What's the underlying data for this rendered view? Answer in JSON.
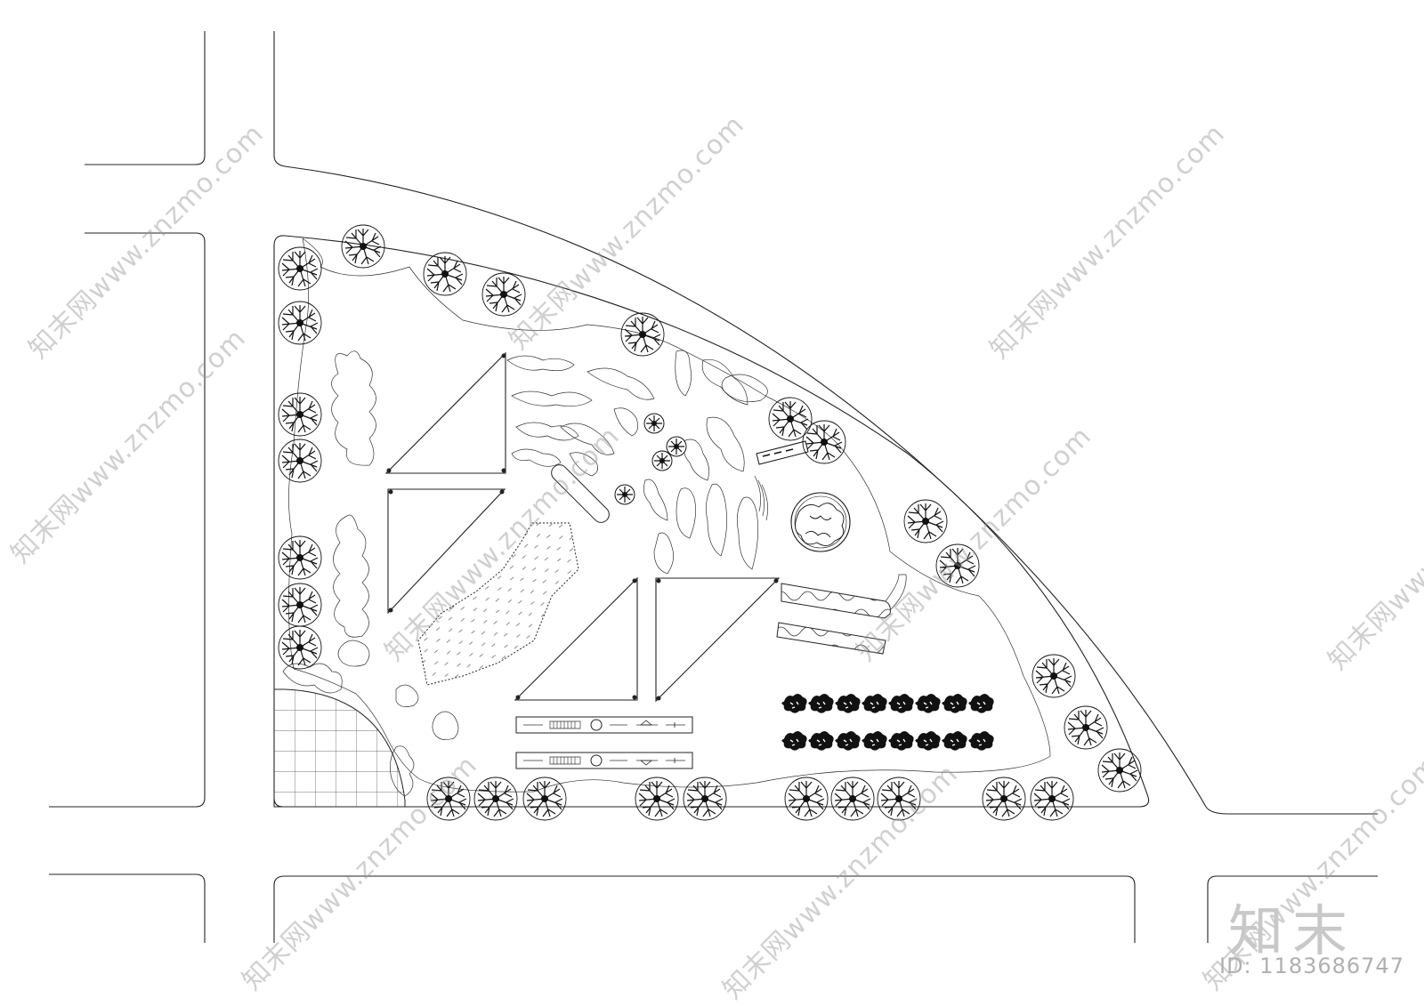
{
  "watermark": {
    "text": "知末网www.znzmo.com"
  },
  "brand": {
    "logo": "知末",
    "id_label": "ID: 1183686747"
  },
  "colors": {
    "line": "#222222",
    "watermark": "#969696",
    "background": "#ffffff"
  },
  "icons": [
    "tree-icon",
    "shrub-icon",
    "circular-planter-icon",
    "bench-icon",
    "grid-paving-icon"
  ]
}
